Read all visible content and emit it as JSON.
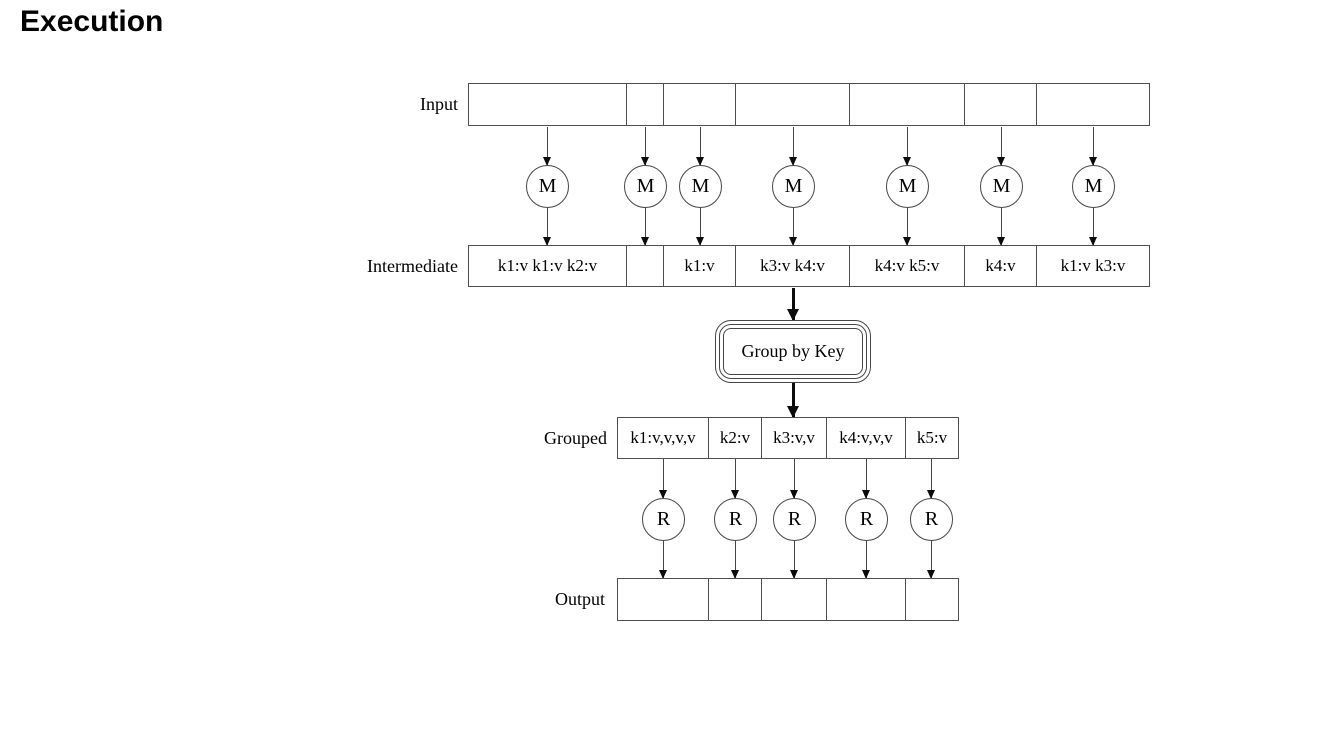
{
  "title": "Execution",
  "colors": {
    "background": "#ffffff",
    "line": "#4d4d4d",
    "arrow": "#0b0b0b",
    "text": "#000000"
  },
  "diagram": {
    "input": {
      "label": "Input",
      "splits": [
        "",
        "",
        "",
        "",
        "",
        "",
        ""
      ]
    },
    "map": {
      "node_label": "M",
      "count": 7
    },
    "intermediate": {
      "label": "Intermediate",
      "cells": [
        "k1:v k1:v k2:v",
        "",
        "k1:v",
        "k3:v k4:v",
        "k4:v k5:v",
        "k4:v",
        "k1:v k3:v"
      ]
    },
    "shuffle": {
      "label": "Group by Key"
    },
    "grouped": {
      "label": "Grouped",
      "cells": [
        "k1:v,v,v,v",
        "k2:v",
        "k3:v,v",
        "k4:v,v,v",
        "k5:v"
      ]
    },
    "reduce": {
      "node_label": "R",
      "count": 5
    },
    "output": {
      "label": "Output",
      "cells": [
        "",
        "",
        "",
        "",
        ""
      ]
    }
  }
}
